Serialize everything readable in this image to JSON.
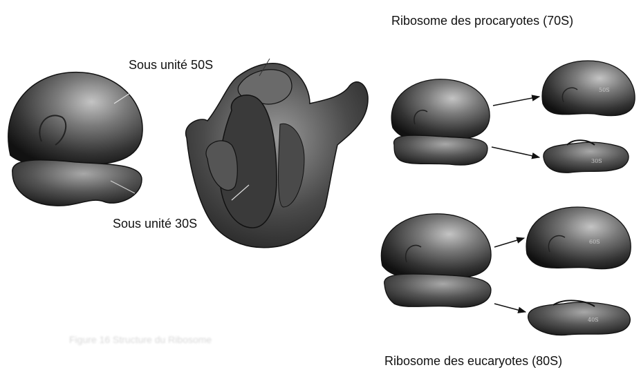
{
  "labels": {
    "prokaryote_title": "Ribosome des procaryotes (70S)",
    "eukaryote_title": "Ribosome des eucaryotes (80S)",
    "subunit_50s": "Sous unité 50S",
    "subunit_30s": "Sous unité 30S"
  },
  "subunit_tags": {
    "large_prokaryote": "50S",
    "small_prokaryote": "30S",
    "large_eukaryote": "60S",
    "small_eukaryote": "40S"
  },
  "caption_blurred": "Figure 16 Structure du Ribosome"
}
